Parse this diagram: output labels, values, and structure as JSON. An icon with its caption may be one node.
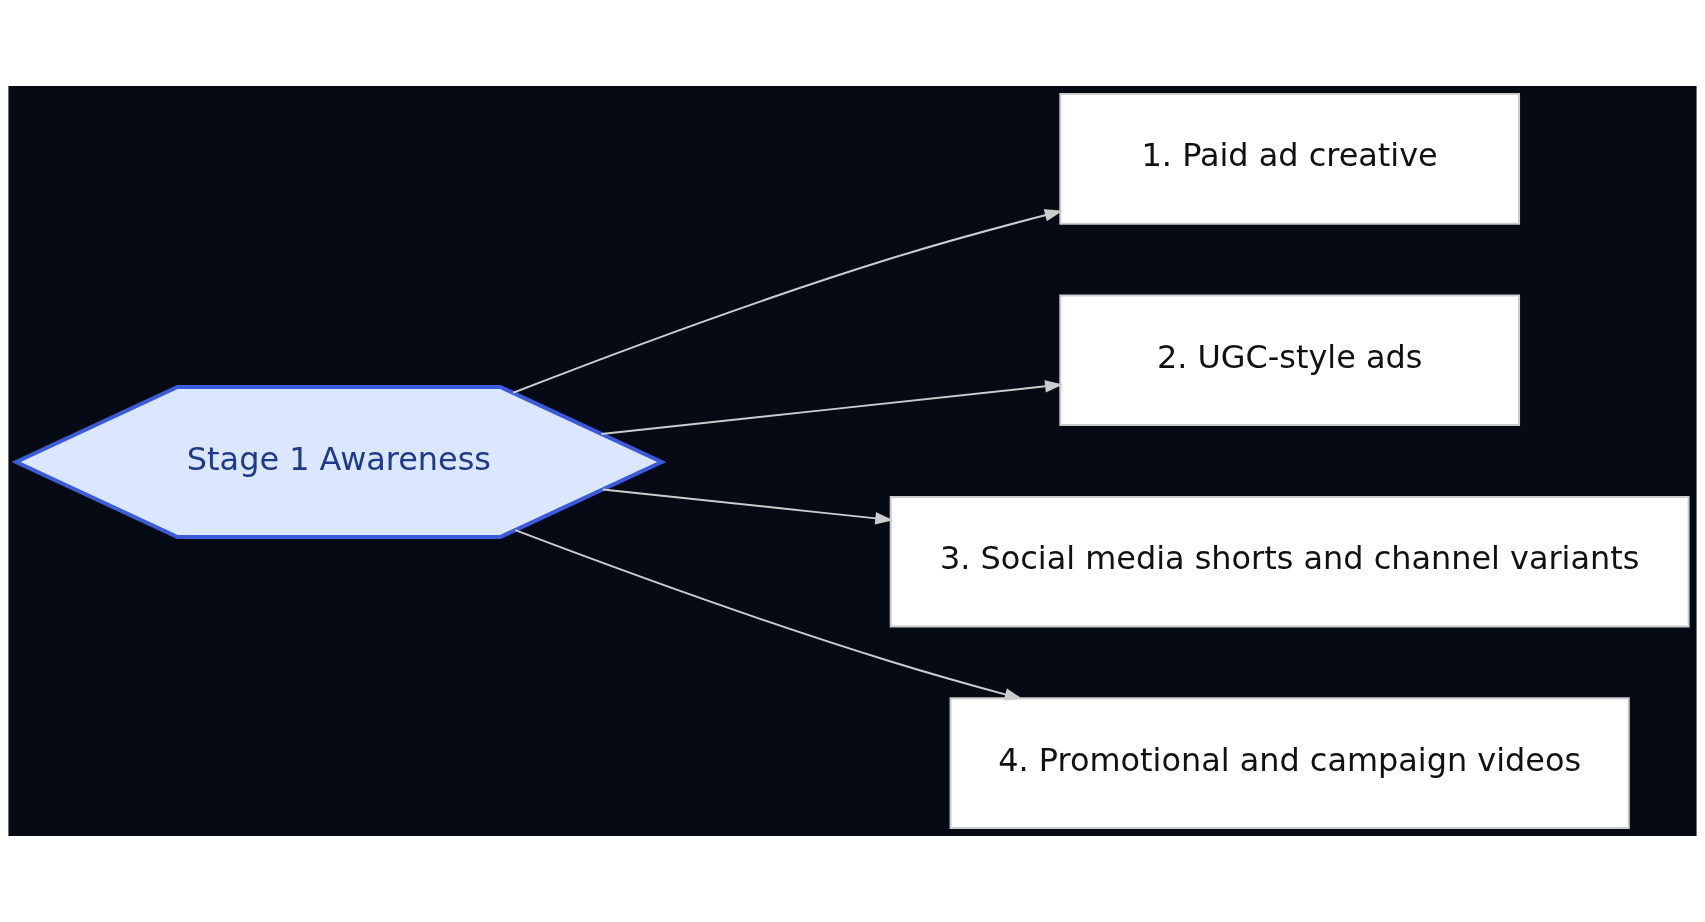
{
  "diagram": {
    "nodes": [
      {
        "text": [
          "Stage 1 Awareness"
        ]
      },
      {
        "text": [
          "1. Paid ad creative"
        ]
      },
      {
        "text": [
          "2. UGC-style ads"
        ]
      },
      {
        "text": [
          "3. Social media shorts and channel variants"
        ]
      },
      {
        "text": [
          "4. Promotional and campaign videos"
        ]
      }
    ],
    "edges": [
      {
        "from": 0,
        "to": 1,
        "arrow": "to"
      },
      {
        "from": 0,
        "to": 2,
        "arrow": "to"
      },
      {
        "from": 0,
        "to": 3,
        "arrow": "to"
      },
      {
        "from": 0,
        "to": 4,
        "arrow": "to"
      }
    ]
  }
}
